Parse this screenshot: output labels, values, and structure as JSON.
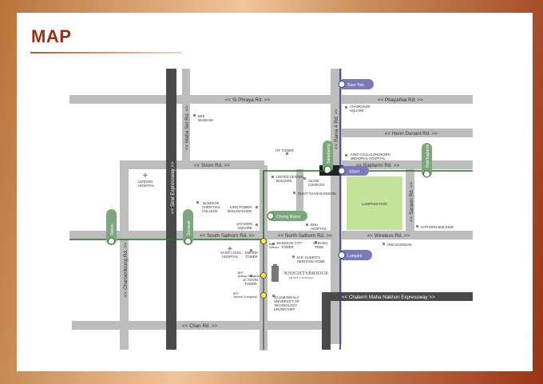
{
  "title": "MAP",
  "colors": {
    "title": "#9b2d14",
    "road": "#bdbdbd",
    "expressway": "#555555",
    "bts": "#2e7d32",
    "mrt": "#3a3a8c",
    "park": "#c5e39a"
  },
  "roads": {
    "si_phraya": "<< Si Phraya Rd. >>",
    "phayathai": "<< Phayathai Rd. >>",
    "henri_dunant": "<< Henri Dunant Rd. >>",
    "silom": "<< Silom Rd. >>",
    "rajdamri": "<< Rajdamri Rd. >>",
    "south_sathorn": "<< South Sathorn Rd. >>",
    "north_sathorn": "<< North Sathorn Rd. >>",
    "wireless": "<< Wireless Rd. >>",
    "chalerm": "<< Chalerm Maha Nakhon Expressway >>",
    "chan": "<< Chan Rd. >>",
    "sirat": "<< Sirat Expressway >>",
    "maha_set": "<< Maha Set Rd. >>",
    "rama4": "<< Rama 4 Rd. >>",
    "sarasin": "<< Sarasin Rd. >>",
    "charoenkrung": "<< Charoenkrung Rd. >>"
  },
  "stations": {
    "sam_yan": "Sam Yan",
    "silom": "Silom",
    "lumpini": "Lumpini",
    "sala_daeng": "Saladaeng",
    "ratchadamri": "Ratchadamri",
    "chong_nonsi": "Chong Nonsi",
    "surasak": "Surasak",
    "taksin": "Taksin"
  },
  "places": {
    "bkk_museum": [
      "BKK",
      "MUSEUM"
    ],
    "chamchuri": [
      "CHAMCHURI",
      "SQUARE"
    ],
    "king_chula": [
      "KING CHULALONGKORN",
      "MEMORIAL HOSPITAL"
    ],
    "itf_tower": "ITF TOWER",
    "united_center": [
      "UNITED CENTER",
      "BUILDING"
    ],
    "silom_complex": [
      "SILOM",
      "COMPLEX"
    ],
    "dusit_thani": "DUSIT THANI BANGKOK",
    "lerdsin": [
      "LERDSIN",
      "HOSPITAL"
    ],
    "bangkok_christian": [
      "BANGKOK",
      "CHRISTIAN",
      "COLLEGE"
    ],
    "king_power": [
      "KING POWER",
      "MAHANAKHON"
    ],
    "sathorn_square": [
      "SATHORN",
      "SQUARE"
    ],
    "bnh": [
      "BNH",
      "HOSPITAL"
    ],
    "lumphini_park": "LUMPHINI PARK",
    "sathorn_building": "SATHORN BUILDING",
    "saint_louis": [
      "SAINT LOUIS",
      "HOSPITAL"
    ],
    "empire": [
      "EMPIRE",
      "TOWER"
    ],
    "bangkok_city": [
      "BANGKOK CITY",
      "TOWER"
    ],
    "sarasin_tree": [
      "SARASIN",
      "TREE"
    ],
    "mr_kukrit": [
      "M.R. KUKRIT'S",
      "HERITAGE HOME"
    ],
    "one_bangkok": "ONE BANGKOK",
    "jc_kevin": [
      "JC KEVIN",
      "TOWER"
    ],
    "rajamangala": [
      "RAJAMANGALA",
      "UNIVERSITY OF",
      "TECHNOLOGY",
      "KRUNGTHEP"
    ],
    "brt_sathorn": [
      "BRT",
      "Sathorn"
    ],
    "brt_arkhan": [
      "BRT",
      "Arkhan Songkhro"
    ],
    "brt_technic": [
      "BRT",
      "Technic Krungthep"
    ]
  },
  "logo": [
    "KNIGHTSBRIDGE",
    "PRIME SATHORN"
  ]
}
